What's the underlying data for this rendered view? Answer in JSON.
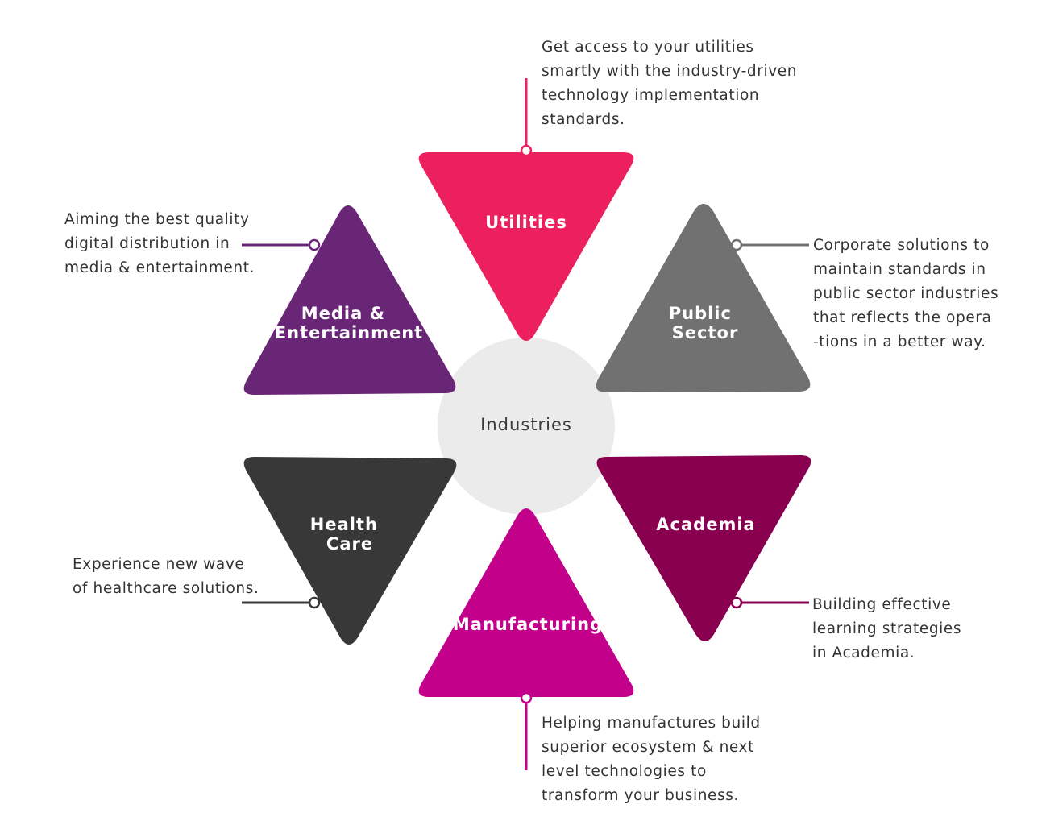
{
  "center": {
    "label": "Industries"
  },
  "colors": {
    "utilities": "#ec1f5f",
    "public_sector": "#717171",
    "academia": "#8a0050",
    "manufacturing": "#c2008a",
    "health_care": "#383838",
    "media_entertainment": "#6a2676",
    "center_circle": "#ebebeb"
  },
  "industries": {
    "utilities": {
      "label_lines": [
        "Utilities"
      ],
      "description_lines": [
        "Get access to your utilities",
        "smartly with the industry-driven",
        "technology implementation",
        "standards."
      ]
    },
    "public_sector": {
      "label_lines": [
        "Public",
        "Sector"
      ],
      "description_lines": [
        "Corporate solutions to",
        "maintain standards in",
        "public sector industries",
        "that reflects the opera",
        "-tions in a better way."
      ]
    },
    "academia": {
      "label_lines": [
        "Academia"
      ],
      "description_lines": [
        "Building effective",
        "learning strategies",
        "in Academia."
      ]
    },
    "manufacturing": {
      "label_lines": [
        "Manufacturing"
      ],
      "description_lines": [
        "Helping manufactures build",
        "superior ecosystem & next",
        "level technologies to",
        "transform your business."
      ]
    },
    "health_care": {
      "label_lines": [
        "Health",
        "Care"
      ],
      "description_lines": [
        "Experience new wave",
        "of healthcare solutions."
      ]
    },
    "media_entertainment": {
      "label_lines": [
        "Media &",
        "Entertainment"
      ],
      "description_lines": [
        "Aiming the best quality",
        "digital distribution in",
        "media & entertainment."
      ]
    }
  }
}
